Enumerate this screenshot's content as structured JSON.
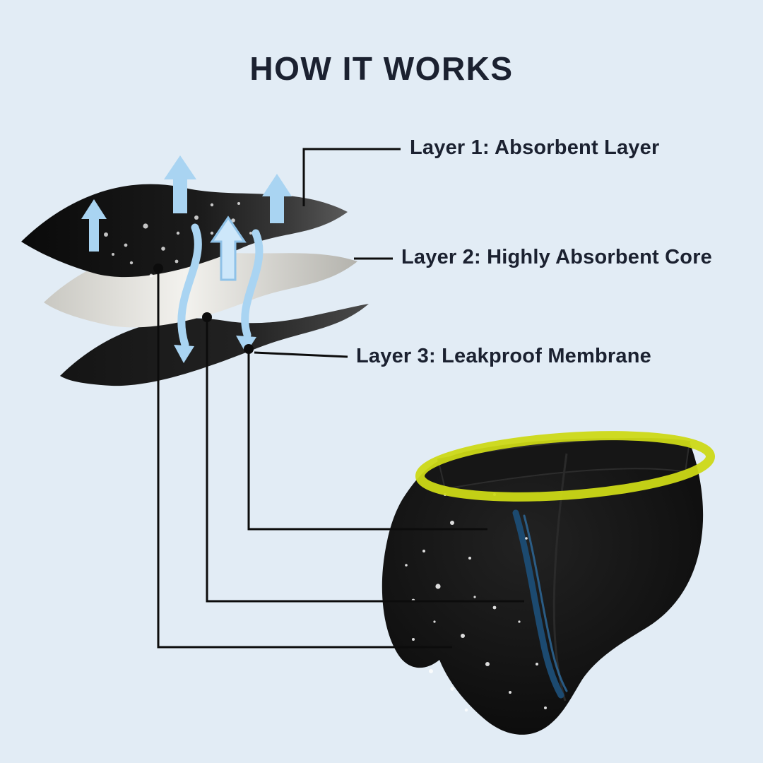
{
  "title": "HOW IT WORKS",
  "callouts": [
    {
      "id": "layer1",
      "label": "Layer 1: Absorbent Layer"
    },
    {
      "id": "layer2",
      "label": "Layer 2: Highly Absorbent Core"
    },
    {
      "id": "layer3",
      "label": "Layer 3: Leakproof Membrane"
    }
  ],
  "colors": {
    "background": "#e2ecf5",
    "title-text": "#1b2130",
    "label-text": "#1b2130",
    "connector": "#0c0c0c",
    "arrow": "#a9d4f2",
    "arrow-light": "#cde7fa",
    "waistband-ring": "#ccd916",
    "side-stripe": "#1c4a70"
  }
}
